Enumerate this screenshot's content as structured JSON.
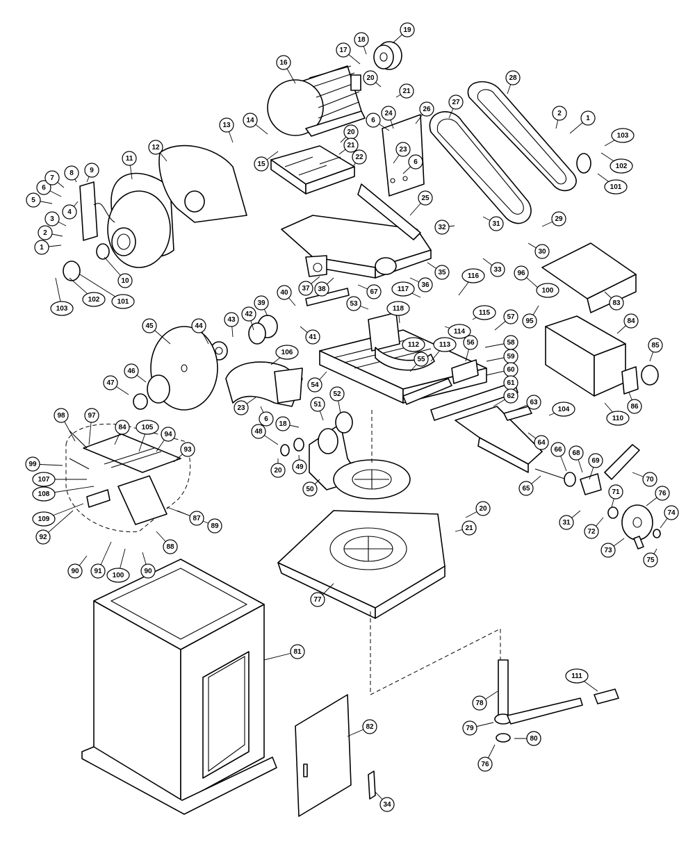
{
  "diagram": {
    "callouts": [
      {
        "id": "c1",
        "label": "1"
      },
      {
        "id": "c2",
        "label": "2"
      },
      {
        "id": "c3",
        "label": "3"
      },
      {
        "id": "c4",
        "label": "4"
      },
      {
        "id": "c5",
        "label": "5"
      },
      {
        "id": "c6",
        "label": "6"
      },
      {
        "id": "c7",
        "label": "7"
      },
      {
        "id": "c8",
        "label": "8"
      },
      {
        "id": "c9",
        "label": "9"
      },
      {
        "id": "c10",
        "label": "10"
      },
      {
        "id": "c11",
        "label": "11"
      },
      {
        "id": "c12",
        "label": "12"
      },
      {
        "id": "c13",
        "label": "13"
      },
      {
        "id": "c14",
        "label": "14"
      },
      {
        "id": "c15",
        "label": "15"
      },
      {
        "id": "c16",
        "label": "16"
      },
      {
        "id": "c17",
        "label": "17"
      },
      {
        "id": "c18",
        "label": "18"
      },
      {
        "id": "c19",
        "label": "19"
      },
      {
        "id": "c20",
        "label": "20"
      },
      {
        "id": "c21",
        "label": "21"
      },
      {
        "id": "c22",
        "label": "22"
      },
      {
        "id": "c23",
        "label": "23"
      },
      {
        "id": "c24",
        "label": "24"
      },
      {
        "id": "c25",
        "label": "25"
      },
      {
        "id": "c26",
        "label": "26"
      },
      {
        "id": "c27",
        "label": "27"
      },
      {
        "id": "c28",
        "label": "28"
      },
      {
        "id": "c29",
        "label": "29"
      },
      {
        "id": "c30",
        "label": "30"
      },
      {
        "id": "c31",
        "label": "31"
      },
      {
        "id": "c32",
        "label": "32"
      },
      {
        "id": "c33",
        "label": "33"
      },
      {
        "id": "c34",
        "label": "34"
      },
      {
        "id": "c35",
        "label": "35"
      },
      {
        "id": "c36",
        "label": "36"
      },
      {
        "id": "c37",
        "label": "37"
      },
      {
        "id": "c38",
        "label": "38"
      },
      {
        "id": "c39",
        "label": "39"
      },
      {
        "id": "c40",
        "label": "40"
      },
      {
        "id": "c41",
        "label": "41"
      },
      {
        "id": "c42",
        "label": "42"
      },
      {
        "id": "c43",
        "label": "43"
      },
      {
        "id": "c44",
        "label": "44"
      },
      {
        "id": "c45",
        "label": "45"
      },
      {
        "id": "c46",
        "label": "46"
      },
      {
        "id": "c47",
        "label": "47"
      },
      {
        "id": "c48",
        "label": "48"
      },
      {
        "id": "c49",
        "label": "49"
      },
      {
        "id": "c50",
        "label": "50"
      },
      {
        "id": "c51",
        "label": "51"
      },
      {
        "id": "c52",
        "label": "52"
      },
      {
        "id": "c53",
        "label": "53"
      },
      {
        "id": "c54",
        "label": "54"
      },
      {
        "id": "c55",
        "label": "55"
      },
      {
        "id": "c56",
        "label": "56"
      },
      {
        "id": "c57",
        "label": "57"
      },
      {
        "id": "c58",
        "label": "58"
      },
      {
        "id": "c59",
        "label": "59"
      },
      {
        "id": "c60",
        "label": "60"
      },
      {
        "id": "c61",
        "label": "61"
      },
      {
        "id": "c62",
        "label": "62"
      },
      {
        "id": "c63",
        "label": "63"
      },
      {
        "id": "c64",
        "label": "64"
      },
      {
        "id": "c65",
        "label": "65"
      },
      {
        "id": "c66",
        "label": "66"
      },
      {
        "id": "c67",
        "label": "67"
      },
      {
        "id": "c68",
        "label": "68"
      },
      {
        "id": "c69",
        "label": "69"
      },
      {
        "id": "c70",
        "label": "70"
      },
      {
        "id": "c71",
        "label": "71"
      },
      {
        "id": "c72",
        "label": "72"
      },
      {
        "id": "c73",
        "label": "73"
      },
      {
        "id": "c74",
        "label": "74"
      },
      {
        "id": "c75",
        "label": "75"
      },
      {
        "id": "c76",
        "label": "76"
      },
      {
        "id": "c77",
        "label": "77"
      },
      {
        "id": "c78",
        "label": "78"
      },
      {
        "id": "c79",
        "label": "79"
      },
      {
        "id": "c80",
        "label": "80"
      },
      {
        "id": "c81",
        "label": "81"
      },
      {
        "id": "c82",
        "label": "82"
      },
      {
        "id": "c83",
        "label": "83"
      },
      {
        "id": "c84",
        "label": "84"
      },
      {
        "id": "c85",
        "label": "85"
      },
      {
        "id": "c86",
        "label": "86"
      },
      {
        "id": "c87",
        "label": "87"
      },
      {
        "id": "c88",
        "label": "88"
      },
      {
        "id": "c89",
        "label": "89"
      },
      {
        "id": "c90",
        "label": "90"
      },
      {
        "id": "c91",
        "label": "91"
      },
      {
        "id": "c92",
        "label": "92"
      },
      {
        "id": "c93",
        "label": "93"
      },
      {
        "id": "c94",
        "label": "94"
      },
      {
        "id": "c95",
        "label": "95"
      },
      {
        "id": "c96",
        "label": "96"
      },
      {
        "id": "c97",
        "label": "97"
      },
      {
        "id": "c98",
        "label": "98"
      },
      {
        "id": "c99",
        "label": "99"
      },
      {
        "id": "c100",
        "label": "100"
      },
      {
        "id": "c101",
        "label": "101"
      },
      {
        "id": "c102",
        "label": "102"
      },
      {
        "id": "c103",
        "label": "103"
      },
      {
        "id": "c104",
        "label": "104"
      },
      {
        "id": "c105",
        "label": "105"
      },
      {
        "id": "c106",
        "label": "106"
      },
      {
        "id": "c107",
        "label": "107"
      },
      {
        "id": "c108",
        "label": "108"
      },
      {
        "id": "c109",
        "label": "109"
      },
      {
        "id": "c110",
        "label": "110"
      },
      {
        "id": "c111",
        "label": "111"
      },
      {
        "id": "c112",
        "label": "112"
      },
      {
        "id": "c113",
        "label": "113"
      },
      {
        "id": "c114",
        "label": "114"
      },
      {
        "id": "c115",
        "label": "115"
      },
      {
        "id": "c116",
        "label": "116"
      },
      {
        "id": "c117",
        "label": "117"
      },
      {
        "id": "c118",
        "label": "118"
      },
      {
        "id": "c2b",
        "label": "2"
      },
      {
        "id": "c1b",
        "label": "1"
      },
      {
        "id": "c103b",
        "label": "103"
      },
      {
        "id": "c102b",
        "label": "102"
      },
      {
        "id": "c101b",
        "label": "101"
      },
      {
        "id": "c6b",
        "label": "6"
      },
      {
        "id": "c6c",
        "label": "6"
      },
      {
        "id": "c6d",
        "label": "6"
      },
      {
        "id": "c20b",
        "label": "20"
      },
      {
        "id": "c21b",
        "label": "21"
      },
      {
        "id": "c20c",
        "label": "20"
      },
      {
        "id": "c21c",
        "label": "21"
      },
      {
        "id": "c23b",
        "label": "23"
      },
      {
        "id": "c18b",
        "label": "18"
      },
      {
        "id": "c31b",
        "label": "31"
      },
      {
        "id": "c80b",
        "label": "80"
      },
      {
        "id": "c76b",
        "label": "76"
      },
      {
        "id": "c84b",
        "label": "84"
      },
      {
        "id": "c100b",
        "label": "100"
      },
      {
        "id": "c90b",
        "label": "90"
      },
      {
        "id": "c20d",
        "label": "20"
      }
    ]
  }
}
